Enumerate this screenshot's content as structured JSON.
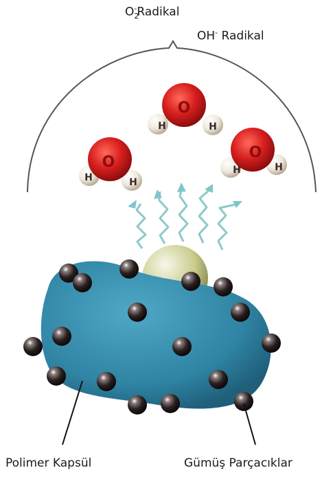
{
  "labels": {
    "o2_radical": {
      "base": "O",
      "sub": "2",
      "sup": "-",
      "text": "Radikal"
    },
    "oh_radical": {
      "base": "OH",
      "sup": "-",
      "text": " Radikal"
    },
    "polymer_capsule": "Polimer Kapsül",
    "silver_particles": "Gümüş Parçacıklar"
  },
  "molecules": [
    {
      "center": "O",
      "left": "H",
      "right": "H"
    },
    {
      "center": "O",
      "left": "H",
      "right": "H"
    },
    {
      "center": "O",
      "left": "H",
      "right": "H"
    }
  ],
  "colors": {
    "oxygen": "#d81f1f",
    "hydrogen": "#f0ece2",
    "capsule": "#2f83a3",
    "silver": "#2a2020",
    "wave": "#7fc6c9",
    "core": "#c9cc8c"
  }
}
